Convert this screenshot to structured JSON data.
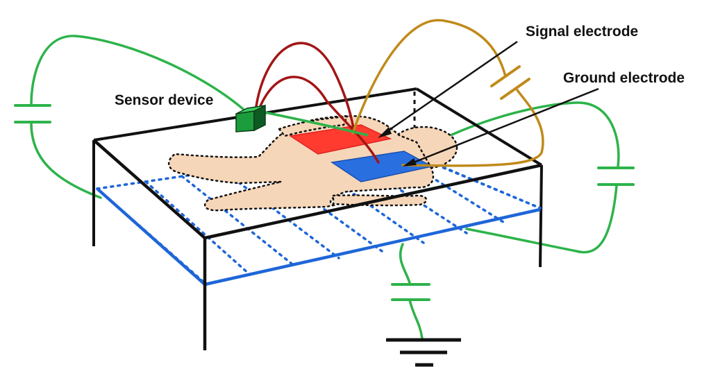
{
  "labels": {
    "sensor_device": "Sensor device",
    "signal_electrode": "Signal electrode",
    "ground_electrode": "Ground electrode"
  },
  "colors": {
    "table_frame": "#111111",
    "ground_plate": "#1e66d8",
    "signal_electrode": "#ff3b30",
    "ground_electrode": "#2a6fe0",
    "body_fill": "#f6d6b8",
    "green_wire": "#2db34a",
    "red_wire": "#a31515",
    "brown_wire": "#c08a1a",
    "sensor_device": "#1c9c3c"
  },
  "icons": [
    "sensor-device-cube",
    "capacitor-symbol",
    "ground-symbol"
  ]
}
